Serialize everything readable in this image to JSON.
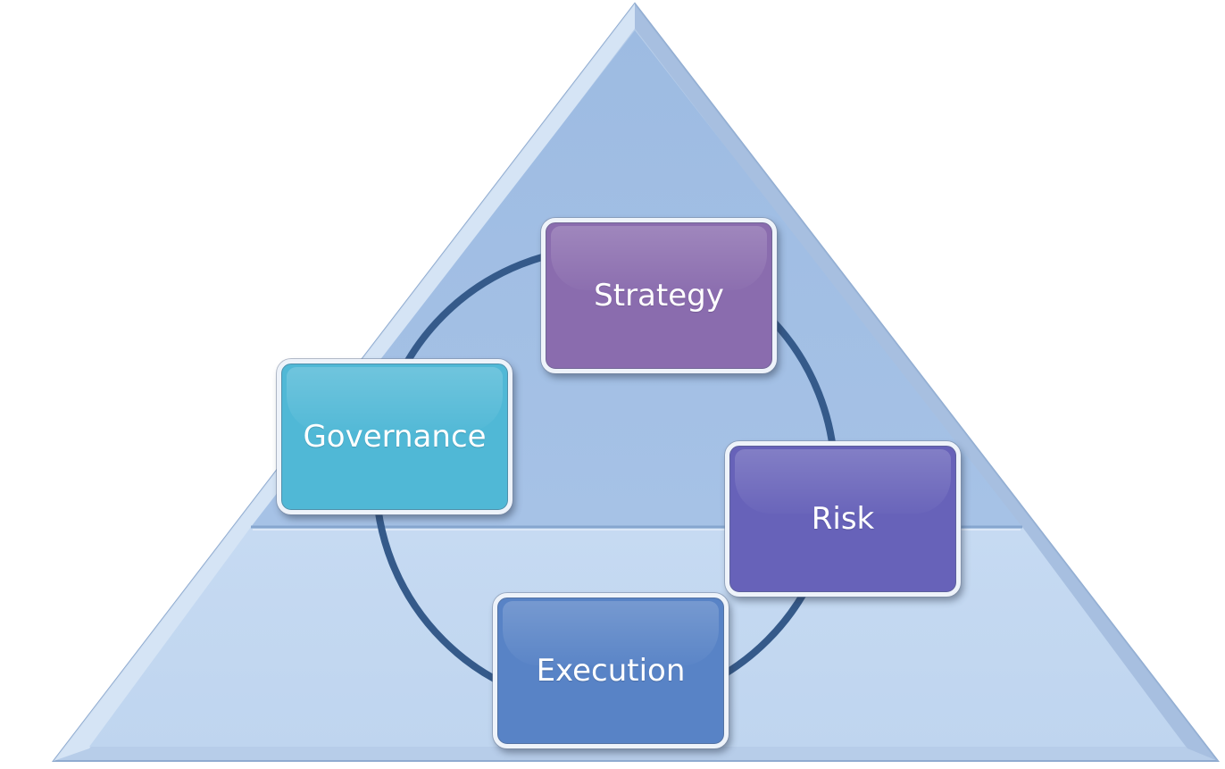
{
  "colors": {
    "pyramid_top": "#a3c0e5",
    "pyramid_bottom": "#c3d8f1",
    "pyramid_edge": "#8aa9cf",
    "pyramid_highlight": "#dfeaf7",
    "cycle_ring": "#355a8a",
    "box_border": "#eef3fa"
  },
  "nodes": [
    {
      "id": "strategy",
      "label": "Strategy",
      "color": "#8a6cae"
    },
    {
      "id": "governance",
      "label": "Governance",
      "color": "#50b8d6"
    },
    {
      "id": "risk",
      "label": "Risk",
      "color": "#6762b9"
    },
    {
      "id": "execution",
      "label": "Execution",
      "color": "#5883c6"
    }
  ]
}
